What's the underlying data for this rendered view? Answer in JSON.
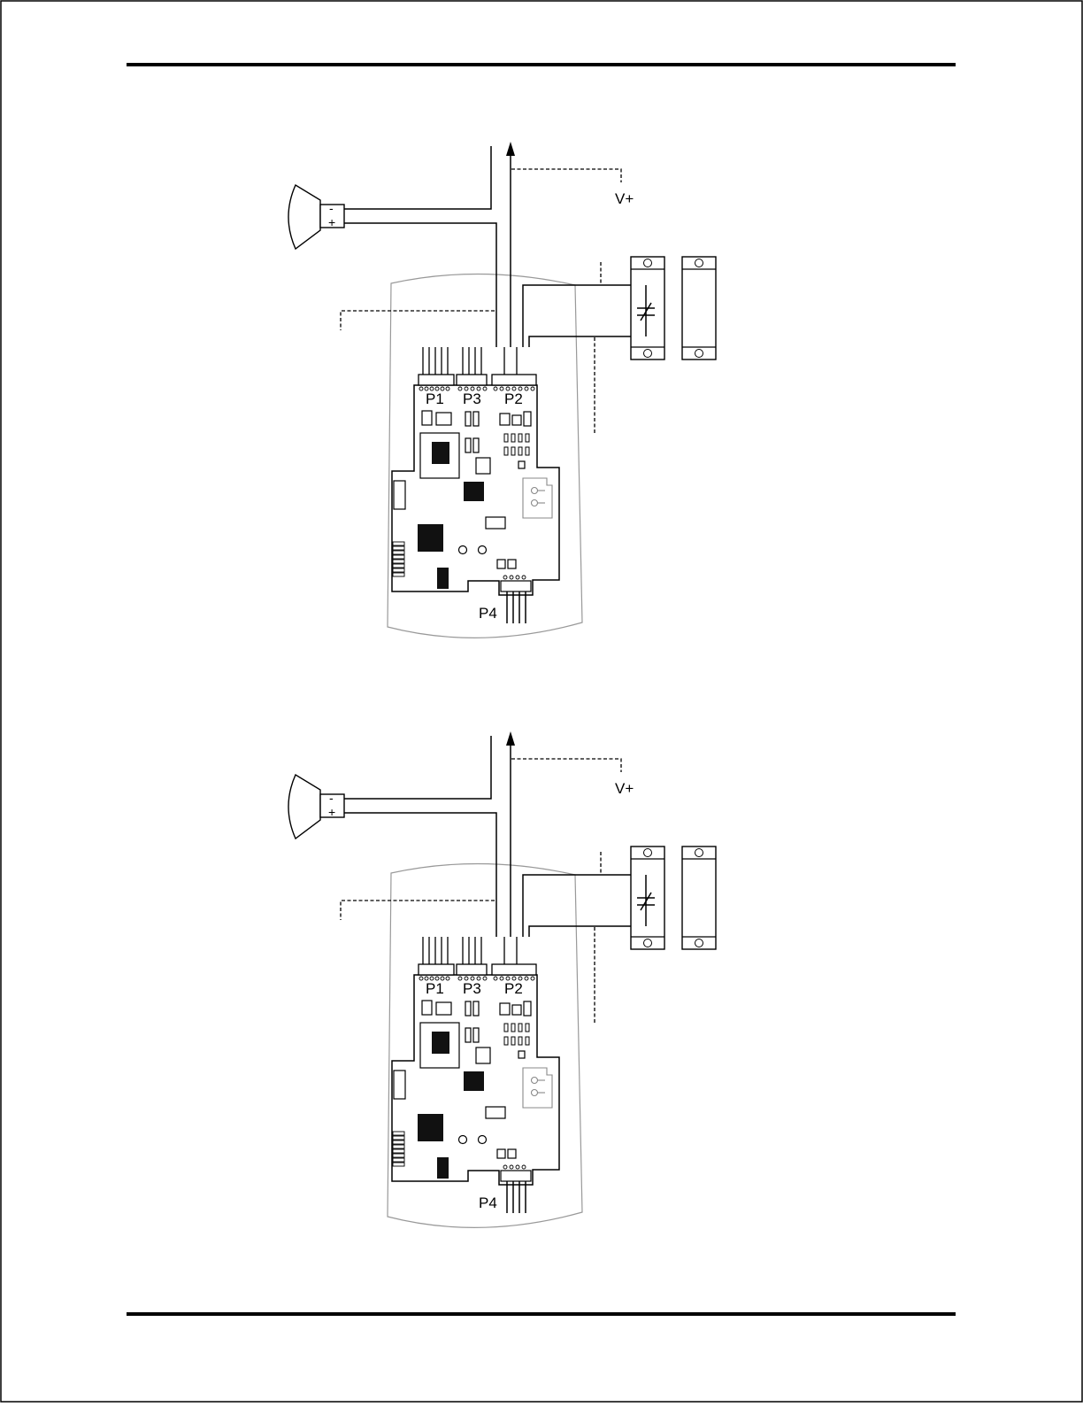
{
  "colors": {
    "ink": "#000000",
    "chip": "#111111",
    "housing": "#999999",
    "paper": "#ffffff"
  },
  "diagrams": [
    {
      "supply_label": "V+",
      "siren": {
        "minus": "-",
        "plus": "+"
      },
      "headers": {
        "p1": "P1",
        "p3": "P3",
        "p2": "P2",
        "p4": "P4"
      }
    },
    {
      "supply_label": "V+",
      "siren": {
        "minus": "-",
        "plus": "+"
      },
      "headers": {
        "p1": "P1",
        "p3": "P3",
        "p2": "P2",
        "p4": "P4"
      }
    }
  ],
  "icons": {
    "siren": "siren-horn-icon",
    "door_contact": "door-contact-icon",
    "magnet": "magnet-icon",
    "arrow": "arrow-up-icon"
  }
}
